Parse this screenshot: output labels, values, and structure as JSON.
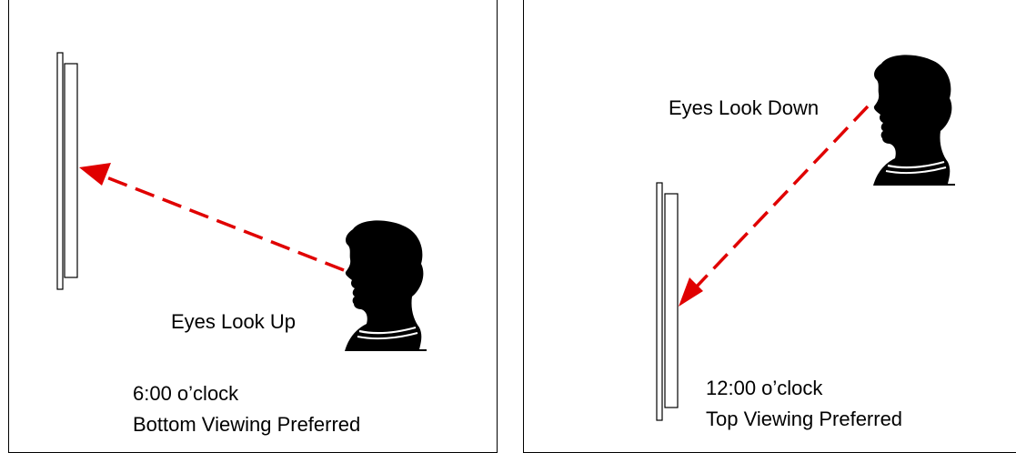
{
  "panels": [
    {
      "eyes_label": "Eyes Look Up",
      "clock_label": "6:00 o’clock",
      "preference_label": "Bottom Viewing Preferred"
    },
    {
      "eyes_label": "Eyes Look Down",
      "clock_label": "12:00 o’clock",
      "preference_label": "Top Viewing Preferred"
    }
  ],
  "colors": {
    "arrow": "#e00000",
    "silhouette": "#000000",
    "outline": "#000000"
  }
}
